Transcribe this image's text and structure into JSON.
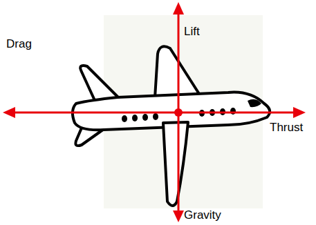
{
  "diagram": {
    "labels": [
      "Lift",
      "Drag",
      "Thrust",
      "Gravity"
    ]
  }
}
